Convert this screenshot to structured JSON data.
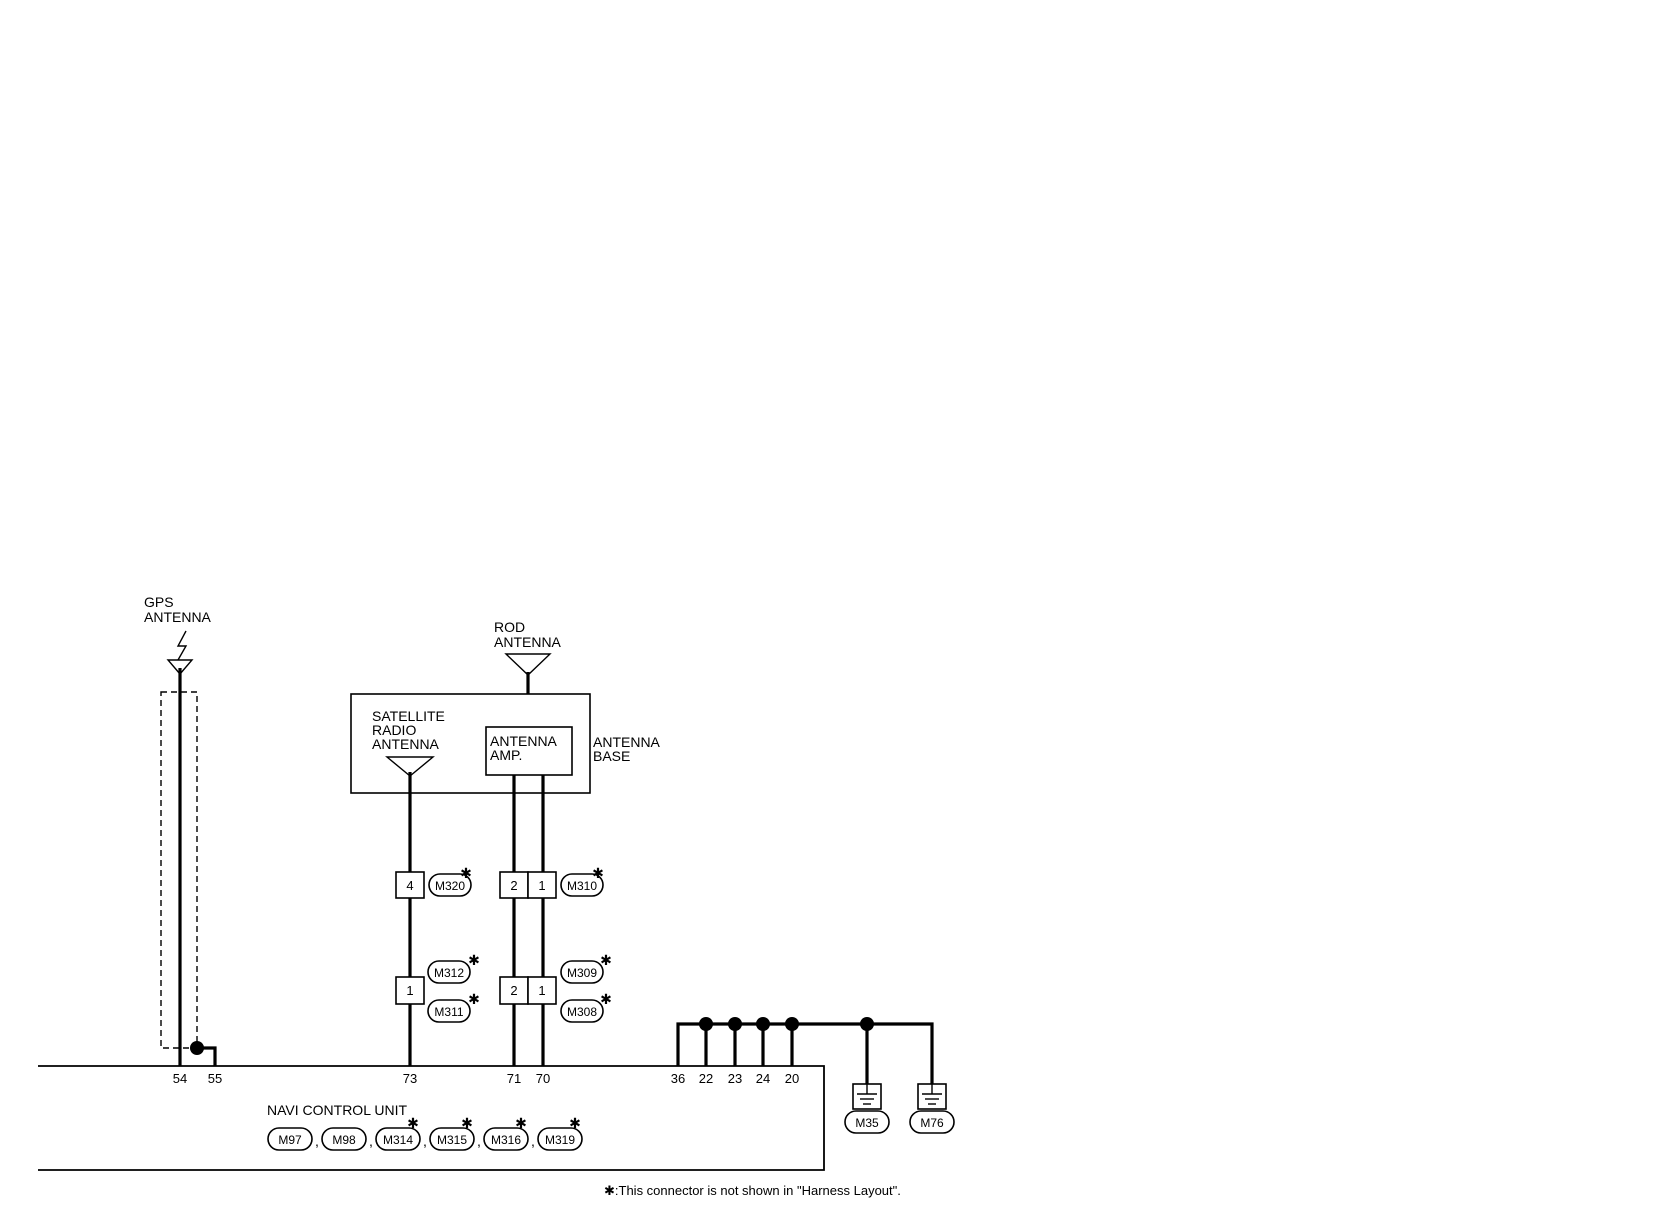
{
  "labels": {
    "gps_antenna": [
      "GPS",
      "ANTENNA"
    ],
    "rod_antenna": [
      "ROD",
      "ANTENNA"
    ],
    "satellite_antenna": [
      "SATELLITE",
      "RADIO",
      "ANTENNA"
    ],
    "antenna_amp": [
      "ANTENNA",
      "AMP."
    ],
    "antenna_base": [
      "ANTENNA",
      "BASE"
    ],
    "navi_control_unit": "NAVI CONTROL UNIT",
    "footnote": "✱:This connector is not shown in \"Harness Layout\"."
  },
  "pins": {
    "p54": "54",
    "p55": "55",
    "p73": "73",
    "p71": "71",
    "p70": "70",
    "p36": "36",
    "p22": "22",
    "p23": "23",
    "p24": "24",
    "p20": "20"
  },
  "terminal_numbers": {
    "m320_t4": "4",
    "m310_t2": "2",
    "m310_t1": "1",
    "m312_t1": "1",
    "m309_t2": "2",
    "m309_t1": "1"
  },
  "connectors": {
    "m320": "M320",
    "m310": "M310",
    "m312": "M312",
    "m311": "M311",
    "m309": "M309",
    "m308": "M308",
    "m35": "M35",
    "m76": "M76",
    "navi": [
      "M97",
      "M98",
      "M314",
      "M315",
      "M316",
      "M319"
    ]
  },
  "asterisk": "✱",
  "separator": ","
}
